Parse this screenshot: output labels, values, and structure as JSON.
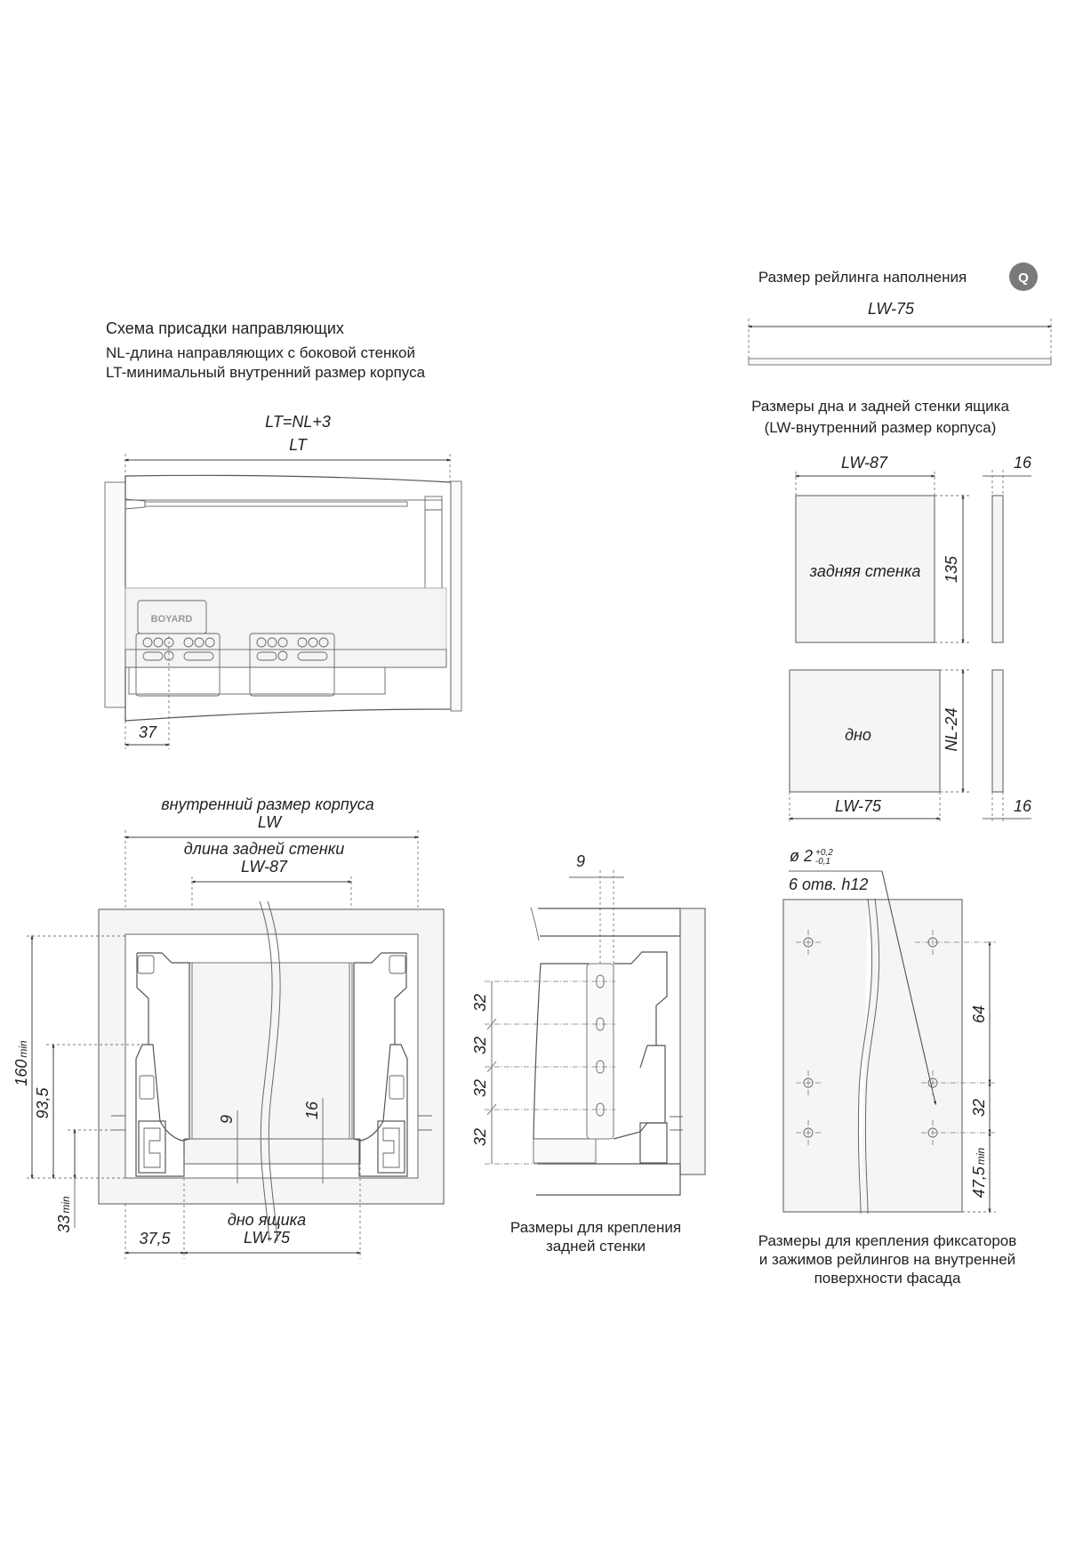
{
  "railing": {
    "title": "Размер рейлинга наполнения",
    "badge": "Q",
    "dim": "LW-75"
  },
  "panels": {
    "title1": "Размеры дна и задней стенки ящика",
    "title2": "(LW-внутренний размер корпуса)",
    "back": {
      "width": "LW-87",
      "height": "135",
      "label": "задняя стенка",
      "thickness": "16"
    },
    "bottom": {
      "width": "LW-75",
      "height": "NL-24",
      "label": "дно",
      "thickness": "16"
    }
  },
  "layout_scheme": {
    "title": "Схема присадки направляющих",
    "line1": "NL-длина направляющих с боковой стенкой",
    "line2": "LT-минимальный внутренний размер корпуса",
    "formula": "LT=NL+3",
    "lt": "LT",
    "offset": "37"
  },
  "section": {
    "inner_label": "внутренний размер корпуса",
    "inner_dim": "LW",
    "back_label": "длина задней стенки",
    "back_dim": "LW-87",
    "h_total": "160",
    "h_total_suffix": "min",
    "h_rail": "93,5",
    "h_min": "33",
    "h_min_suffix": "min",
    "d9": "9",
    "d16": "16",
    "bottom_label": "дно ящика",
    "bottom_dim": "LW-75",
    "side_offset": "37,5"
  },
  "back_mount": {
    "d9": "9",
    "spacings": [
      "32",
      "32",
      "32",
      "32"
    ],
    "caption1": "Размеры для крепления",
    "caption2": "задней стенки"
  },
  "facade": {
    "hole_main": "ø 2",
    "tol_plus": "+0,2",
    "tol_minus": "-0,1",
    "hole_count": "6 отв. h12",
    "d64": "64",
    "d32": "32",
    "d47": "47,5",
    "d47_suffix": "min",
    "caption1": "Размеры для крепления фиксаторов",
    "caption2": "и зажимов рейлингов на внутренней",
    "caption3": "поверхности фасада"
  },
  "colors": {
    "line": "#555555",
    "panel": "#f4f5f5",
    "badge": "#7a7a7a"
  }
}
